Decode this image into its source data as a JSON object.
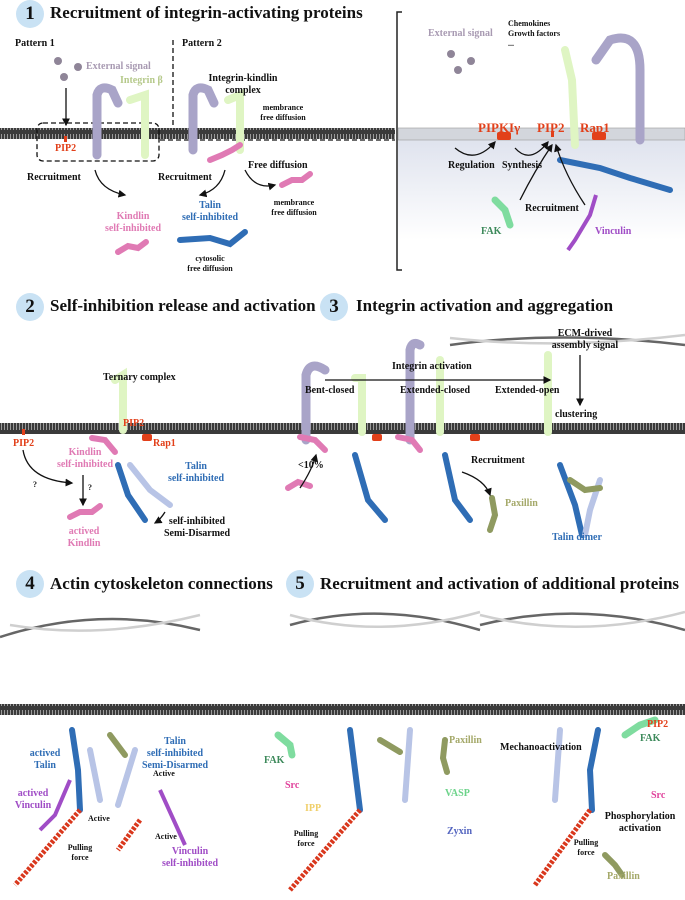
{
  "panels": [
    {
      "number": "1",
      "title": "Recruitment of integrin-activating proteins"
    },
    {
      "number": "2",
      "title": "Self-inhibition release and activation"
    },
    {
      "number": "3",
      "title": "Integrin activation and aggregation"
    },
    {
      "number": "4",
      "title": "Actin cytoskeleton connections"
    },
    {
      "number": "5",
      "title": "Recruitment and activation of additional proteins"
    }
  ],
  "p1": {
    "pattern1": "Pattern 1",
    "pattern2": "Pattern 2",
    "external_signal": "External signal",
    "integrin_beta": "Integrin β",
    "pip2": "PIP2",
    "recruitment1": "Recruitment",
    "recruitment2": "Recruitment",
    "kindlin": [
      "Kindlin",
      "self-inhibited"
    ],
    "complex": [
      "Integrin-kindlin",
      "complex"
    ],
    "membrane_diff1": [
      "membrance",
      "free diffusion"
    ],
    "free_diffusion": "Free diffusion",
    "membrane_diff2": [
      "membrance",
      "free diffusion"
    ],
    "talin": [
      "Talin",
      "self-inhibited"
    ],
    "cytosolic": [
      "cytosolic",
      "free diffusion"
    ]
  },
  "p1r": {
    "external_signal": "External signal",
    "signals": [
      "Chemokines",
      "Growth factors",
      "..."
    ],
    "pipki": "PIPKIγ",
    "pip2": "PIP2",
    "rap1": "Rap1",
    "regulation": "Regulation",
    "synthesis": "Synthesis",
    "recruitment": "Recruitment",
    "fak": "FAK",
    "vinculin": "Vinculin"
  },
  "p2": {
    "ternary": "Ternary complex",
    "pip2_a": "PIP2",
    "rap1": "Rap1",
    "pip2_b": "PIP2",
    "kindlin": [
      "Kindlin",
      "self-inhibited"
    ],
    "talin": [
      "Talin",
      "self-inhibited"
    ],
    "q1": "?",
    "q2": "?",
    "semi": [
      "self-inhibited",
      "Semi-Disarmed"
    ],
    "actived_kindlin": [
      "actived",
      "Kindlin"
    ]
  },
  "p3": {
    "activation": "Integrin activation",
    "bent": "Bent-closed",
    "ext_closed": "Extended-closed",
    "ext_open": "Extended-open",
    "ecm": [
      "ECM-drived",
      "assembly signal"
    ],
    "clustering": "clustering",
    "pct": "<10%",
    "recruitment": "Recruitment",
    "paxillin": "Paxillin",
    "dimer": "Talin dimer"
  },
  "p4": {
    "actived_talin": [
      "actived",
      "Talin"
    ],
    "talin_semi": [
      "Talin",
      "self-inhibited",
      "Semi-Disarmed"
    ],
    "active1": "Active",
    "active2": "Active",
    "active3": "Active",
    "actived_vinculin": [
      "actived",
      "Vinculin"
    ],
    "pulling": [
      "Pulling",
      "force"
    ],
    "vinculin_si": [
      "Vinculin",
      "self-inhibited"
    ]
  },
  "p5": {
    "fak": "FAK",
    "src": "Src",
    "ipp": "IPP",
    "paxillin": "Paxillin",
    "vasp": "VASP",
    "zyxin": "Zyxin",
    "pulling1": [
      "Pulling",
      "force"
    ],
    "mechano": "Mechanoactivation",
    "pip2": "PIP2",
    "fak2": "FAK",
    "src2": "Src",
    "phos": [
      "Phosphorylation",
      "activation"
    ],
    "pulling2": [
      "Pulling",
      "force"
    ],
    "paxillin2": "Paxillin"
  },
  "colors": {
    "integrin_alpha": "#a9a4c8",
    "integrin_beta": "#dff5c3",
    "talin": "#2f6db5",
    "talin_light": "#b8c4e6",
    "kindlin": "#e07ab4",
    "pip2": "#e2401a",
    "paxillin": "#8f9a60",
    "vinculin": "#a04dc6",
    "fak": "#7fdc9f",
    "actin": "#d9371c",
    "badge": "#c9e2f4"
  }
}
